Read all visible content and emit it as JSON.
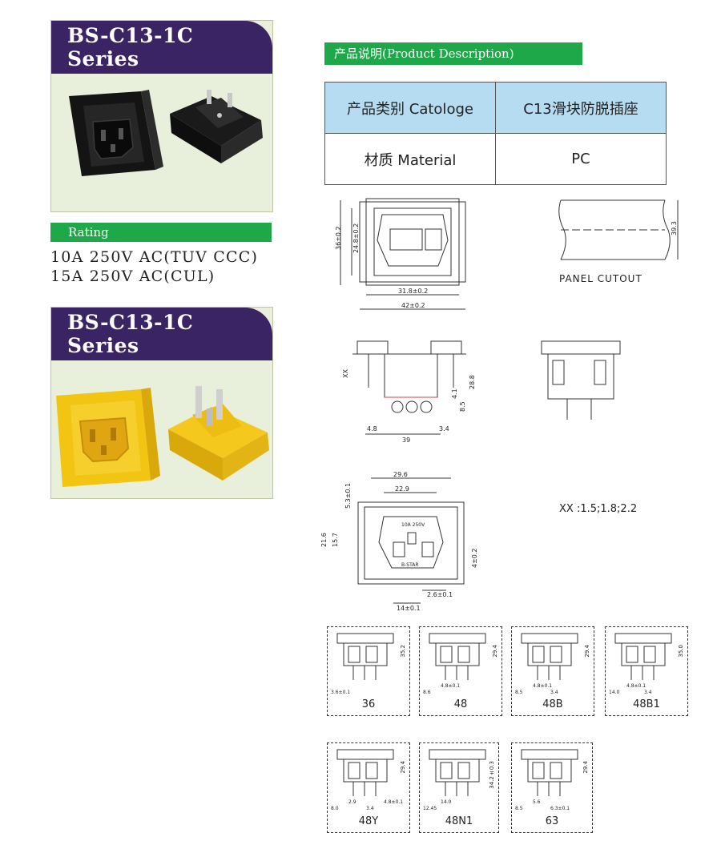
{
  "series_panels": [
    {
      "title": "BS-C13-1C Series",
      "color": "#1b1b1b"
    },
    {
      "title": "BS-C13-1C Series",
      "color": "#f2c20f"
    }
  ],
  "rating": {
    "label": "Rating",
    "lines": [
      "10A 250V AC(TUV  CCC)",
      "15A 250V AC(CUL)"
    ]
  },
  "description": {
    "label": "产品说明(Product Description)",
    "rows": [
      {
        "key": "产品类别 Catologe",
        "value": "C13滑块防脱插座"
      },
      {
        "key": "材质 Material",
        "value": "PC"
      }
    ]
  },
  "drawings": {
    "front": {
      "dims": [
        "36±0.2",
        "24.8±0.2",
        "31.8±0.2",
        "42±0.2"
      ]
    },
    "panel_cutout": {
      "label": "PANEL CUTOUT",
      "dim": "39.3"
    },
    "side": {
      "dims": [
        "XX",
        "28.8",
        "4.1",
        "8.5",
        "4.8",
        "3.4",
        "39"
      ]
    },
    "face": {
      "dims": [
        "29.6",
        "22.9",
        "5.3±0.1",
        "21.6",
        "15.7",
        "4±0.2",
        "14±0.1",
        "2.6±0.1"
      ],
      "marks": [
        "10A 250V",
        "B-STAR"
      ]
    },
    "xx_note": "XX :1.5;1.8;2.2"
  },
  "variants": [
    {
      "label": "36",
      "dims": [
        "35.2",
        "3.6±0.1"
      ]
    },
    {
      "label": "48",
      "dims": [
        "29.4",
        "8.6",
        "4.8±0.1"
      ]
    },
    {
      "label": "48B",
      "dims": [
        "29.4",
        "8.5",
        "4.8±0.1",
        "3.4"
      ]
    },
    {
      "label": "48B1",
      "dims": [
        "35.0",
        "14.0",
        "4.8±0.1",
        "3.4"
      ]
    },
    {
      "label": "48Y",
      "dims": [
        "29.4",
        "8.0",
        "2.9",
        "3.4",
        "4.8±0.1"
      ]
    },
    {
      "label": "48N1",
      "dims": [
        "34.2±0.3",
        "12.45",
        "14.0"
      ]
    },
    {
      "label": "63",
      "dims": [
        "29.4",
        "8.5",
        "5.6",
        "6.3±0.1"
      ]
    }
  ]
}
